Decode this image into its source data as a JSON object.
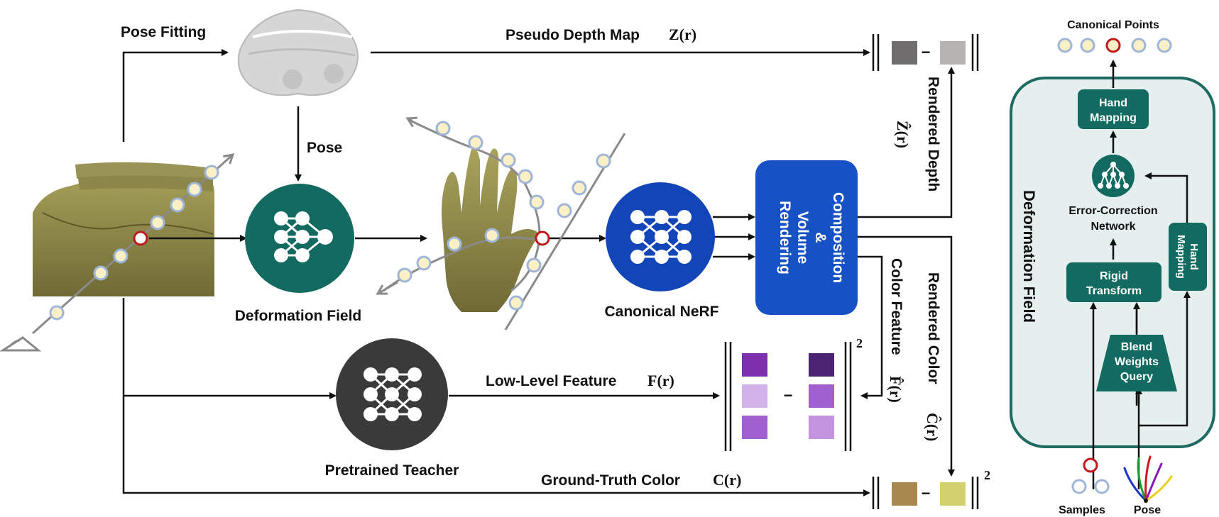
{
  "colors": {
    "deformation": "#136a60",
    "canonical": "#1246b8",
    "composition": "#1652c4",
    "teacher": "#3a3a3a",
    "panel_bg": "#e4efee",
    "panel_border": "#1e6b63",
    "sample_fill": "#fbf0c6",
    "sample_stroke": "#9fb6d8",
    "highlight": "#c0181b",
    "skin": "#8e8a4a"
  },
  "labels": {
    "pose_fitting": "Pose Fitting",
    "pseudo_depth": "Pseudo Depth Map",
    "pseudo_depth_sym": "Z(r)",
    "pose": "Pose",
    "deformation_field": "Deformation Field",
    "canonical_nerf": "Canonical NeRF",
    "composition_l1": "Composition",
    "composition_l2": "&",
    "composition_l3": "Volume",
    "composition_l4": "Rendering",
    "rendered_depth": "Rendered Depth",
    "rendered_depth_sym": "Ẑ(r)",
    "color_feature": "Color Feature",
    "color_feature_sym": "F̂(r)",
    "rendered_color": "Rendered Color",
    "rendered_color_sym": "Ĉ(r)",
    "low_level_feature": "Low-Level Feature",
    "low_level_feature_sym": "F(r)",
    "pretrained_teacher": "Pretrained Teacher",
    "ground_truth_color": "Ground-Truth Color",
    "ground_truth_color_sym": "C(r)",
    "exp_2a": "2",
    "exp_2b": "2",
    "minus": "−"
  },
  "panel": {
    "title": "Deformation Field",
    "canonical_points": "Canonical Points",
    "hand_mapping_top_l1": "Hand",
    "hand_mapping_top_l2": "Mapping",
    "error_correction_l1": "Error-Correction",
    "error_correction_l2": "Network",
    "rigid_l1": "Rigid",
    "rigid_l2": "Transform",
    "hand_mapping_side_l1": "Hand",
    "hand_mapping_side_l2": "Mapping",
    "blend_l1": "Blend",
    "blend_l2": "Weights",
    "blend_l3": "Query",
    "samples": "Samples",
    "pose": "Pose"
  }
}
